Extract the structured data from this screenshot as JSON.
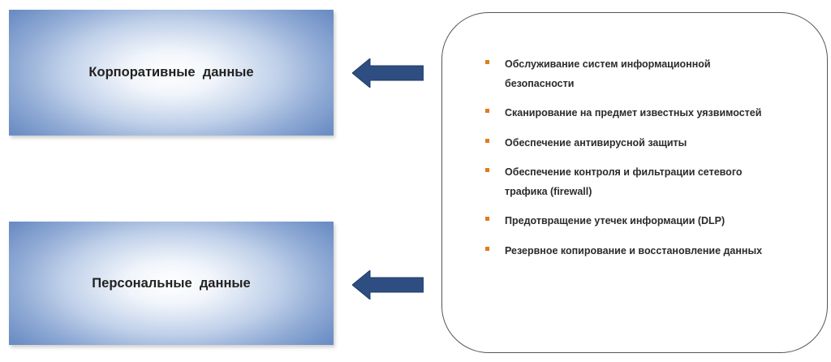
{
  "colors": {
    "box_edge": "#557BB5",
    "arrow_fill": "#2E4E82",
    "bullet": "#E07B20"
  },
  "left_boxes": [
    {
      "label": "Корпоративные  данные"
    },
    {
      "label": "Персональные  данные"
    }
  ],
  "panel": {
    "items": [
      {
        "text": "Обслуживание систем информационной безопасности"
      },
      {
        "text": "Сканирование на предмет известных уязвимостей"
      },
      {
        "text": "Обеспечение антивирусной защиты"
      },
      {
        "text": "Обеспечение контроля и фильтрации сетевого трафика (firewall)"
      },
      {
        "text": "Предотвращение утечек информации (DLP)"
      },
      {
        "text": "Резервное копирование и восстановление данных"
      }
    ]
  }
}
